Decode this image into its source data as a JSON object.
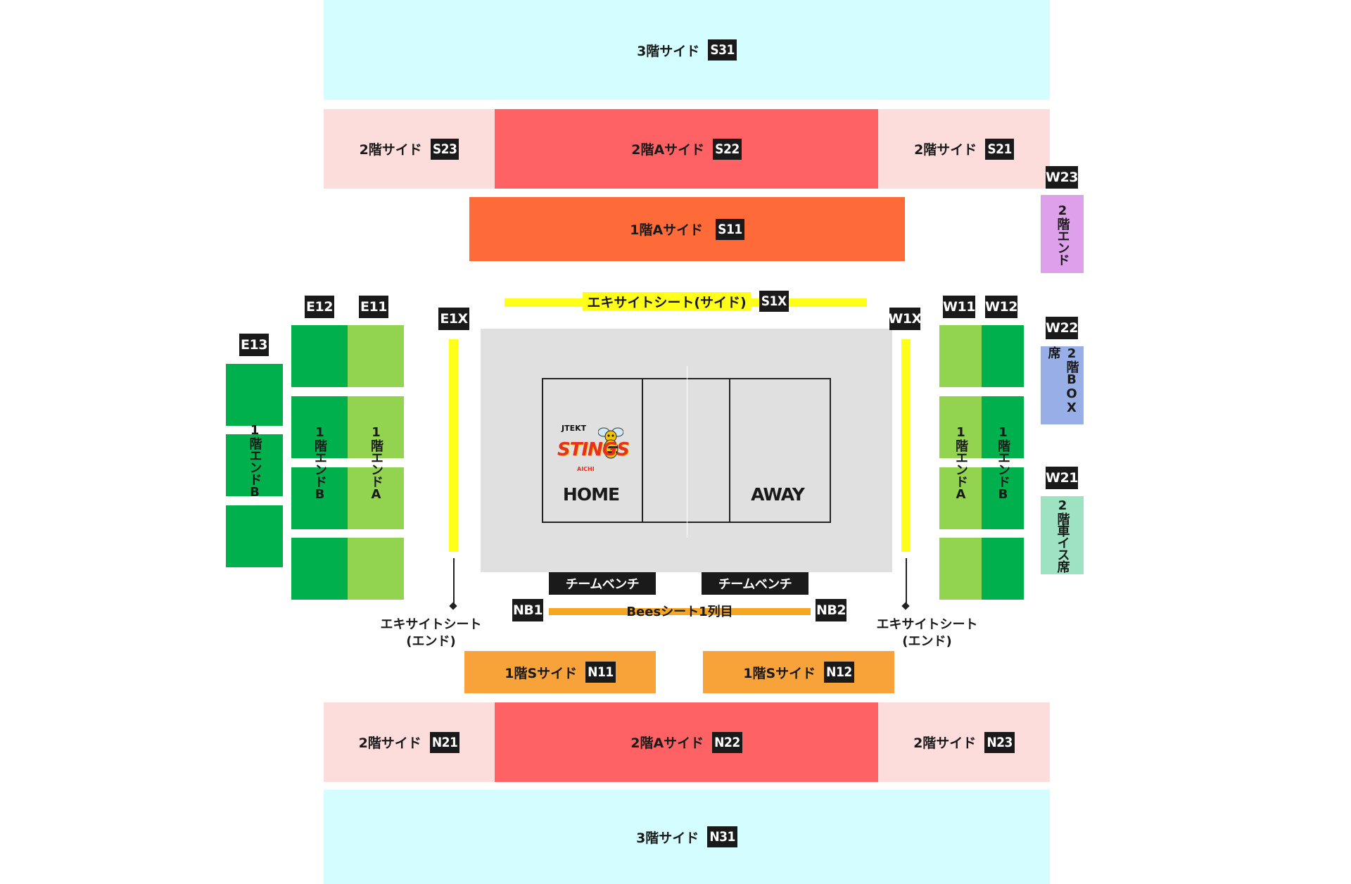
{
  "colors": {
    "tier3_side": "#d3fdfe",
    "tier2_side": "#fddcdc",
    "tier2_a_side": "#ff6264",
    "tier1_a_side": "#ff6b38",
    "tier1_s_side": "#f8a23a",
    "end_dark": "#00b04c",
    "end_light": "#92d350",
    "w23": "#dfa0eb",
    "w22": "#98aee6",
    "w21": "#9de3c2",
    "excite_line": "#ffff1a",
    "bees_line": "#f5a623",
    "court": "#e0e0e0",
    "label_bg": "#1a1a1a"
  },
  "north_tiers": {
    "s31": {
      "name": "3階サイド",
      "code": "S31"
    },
    "s23": {
      "name": "2階サイド",
      "code": "S23"
    },
    "s22": {
      "name": "2階Aサイド",
      "code": "S22"
    },
    "s21": {
      "name": "2階サイド",
      "code": "S21"
    },
    "s11": {
      "name": "1階Aサイド",
      "code": "S11"
    },
    "s1x": {
      "name": "エキサイトシート(サイド)",
      "code": "S1X"
    }
  },
  "south_tiers": {
    "n11": {
      "name": "1階Sサイド",
      "code": "N11"
    },
    "n12": {
      "name": "1階Sサイド",
      "code": "N12"
    },
    "n21": {
      "name": "2階サイド",
      "code": "N21"
    },
    "n22": {
      "name": "2階Aサイド",
      "code": "N22"
    },
    "n23": {
      "name": "2階サイド",
      "code": "N23"
    },
    "n31": {
      "name": "3階サイド",
      "code": "N31"
    }
  },
  "east": {
    "e13_code": "E13",
    "e12_code": "E12",
    "e11_code": "E11",
    "e1x_code": "E1X",
    "e13_name": "1階エンドB",
    "e12_name": "1階エンドB",
    "e11_name": "1階エンドA",
    "excite_end": [
      "エキサイトシート",
      "(エンド)"
    ]
  },
  "west": {
    "w11_code": "W11",
    "w12_code": "W12",
    "w1x_code": "W1X",
    "w11_name": "1階エンドA",
    "w12_name": "1階エンドB",
    "excite_end": [
      "エキサイトシート",
      "(エンド)"
    ],
    "w23_code": "W23",
    "w23_name": "2階エンド",
    "w22_code": "W22",
    "w22_name": "2階BOX席",
    "w21_code": "W21",
    "w21_name": "2階車イス席"
  },
  "court": {
    "home_label": "HOME",
    "away_label": "AWAY",
    "logo_brand": "JTEKT",
    "logo_team": "STINGS",
    "logo_sub": "AICHI",
    "bench_left": "チームベンチ",
    "bench_right": "チームベンチ"
  },
  "bees": {
    "name": "Beesシート1列目",
    "nb1_code": "NB1",
    "nb2_code": "NB2"
  }
}
